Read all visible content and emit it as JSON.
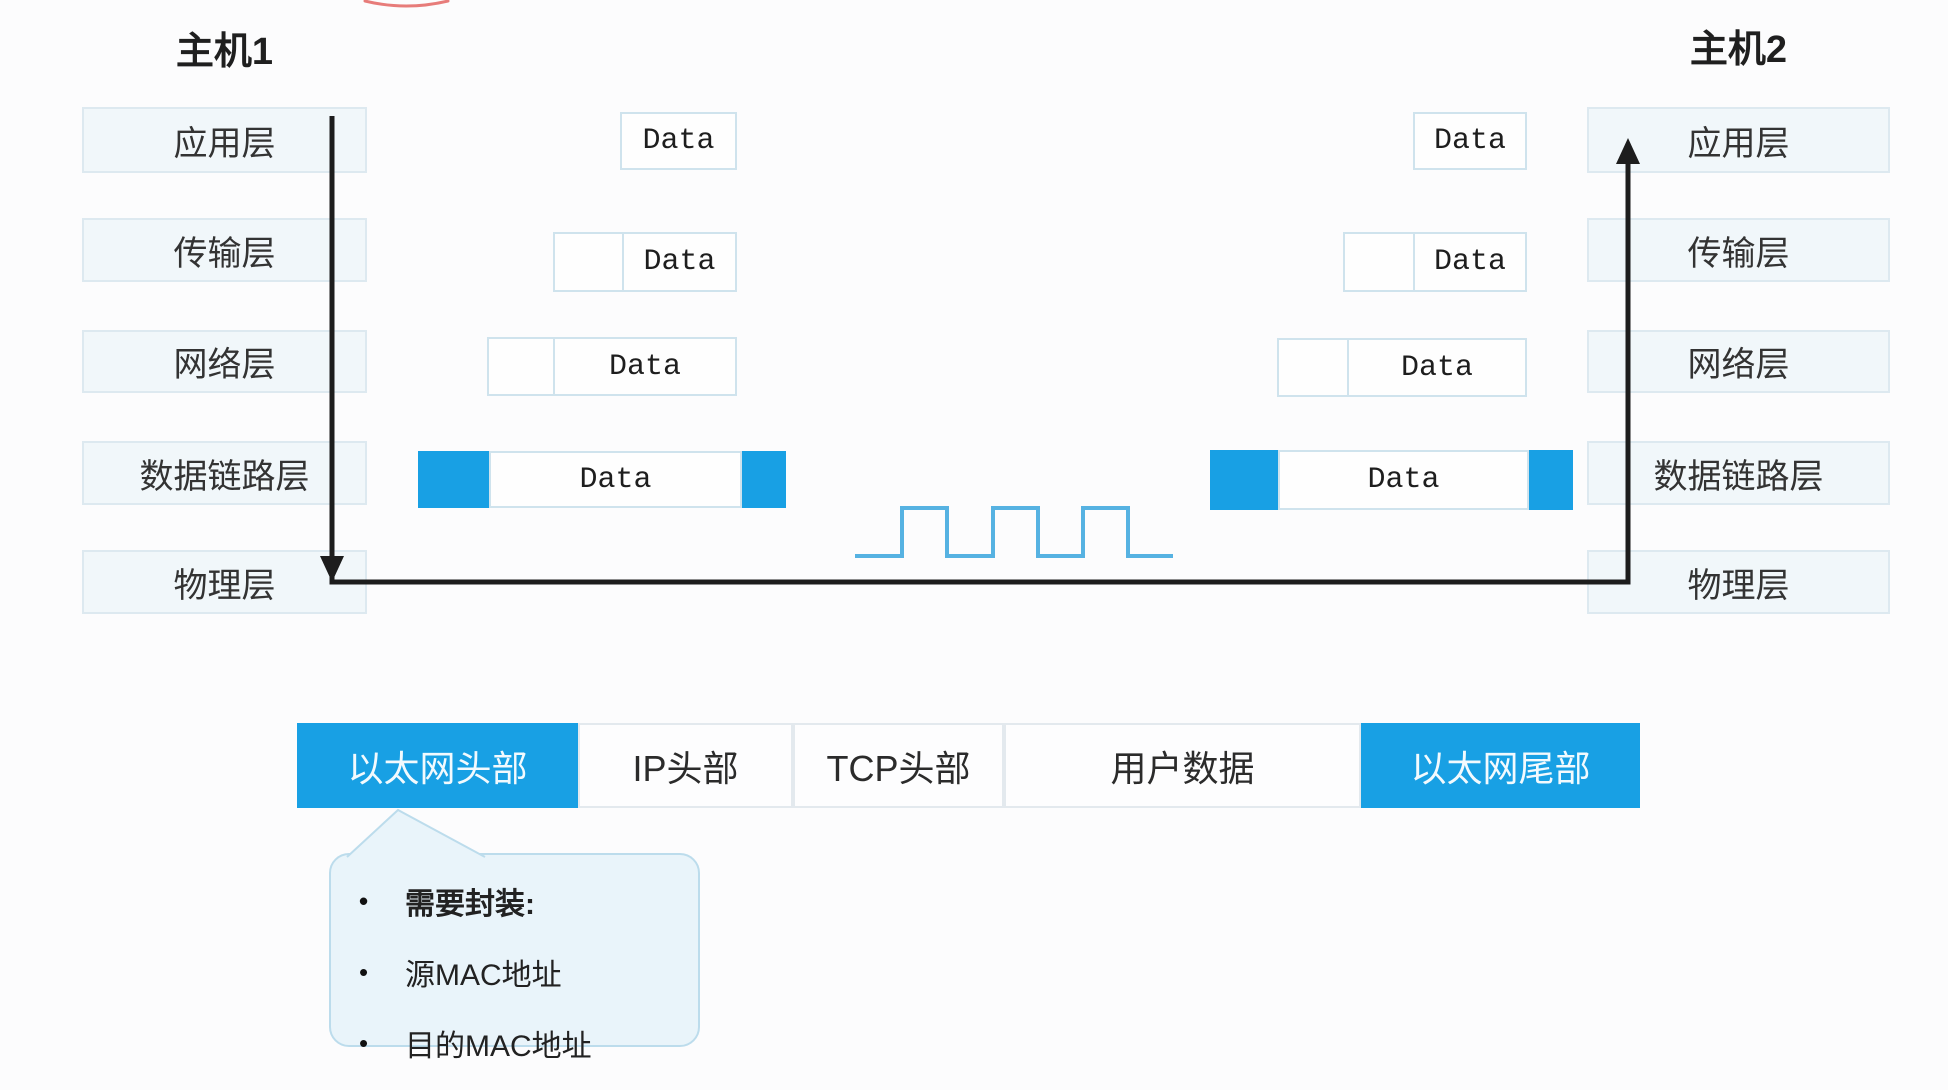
{
  "hosts": {
    "left": {
      "title": "主机1",
      "layers": [
        "应用层",
        "传输层",
        "网络层",
        "数据链路层",
        "物理层"
      ]
    },
    "right": {
      "title": "主机2",
      "layers": [
        "应用层",
        "传输层",
        "网络层",
        "数据链路层",
        "物理层"
      ]
    }
  },
  "pdu_stacks": {
    "left": {
      "application": "Data",
      "transport": "Data",
      "network": "Data",
      "datalink": "Data"
    },
    "right": {
      "application": "Data",
      "transport": "Data",
      "network": "Data",
      "datalink": "Data"
    }
  },
  "packet_bar": {
    "segments": [
      {
        "label": "以太网头部",
        "highlight": true
      },
      {
        "label": "IP头部",
        "highlight": false
      },
      {
        "label": "TCP头部",
        "highlight": false
      },
      {
        "label": "用户数据",
        "highlight": false
      },
      {
        "label": "以太网尾部",
        "highlight": true
      }
    ]
  },
  "callout": {
    "items": [
      {
        "text": "需要封装:",
        "bold": true
      },
      {
        "text": "源MAC地址",
        "bold": false
      },
      {
        "text": "目的MAC地址",
        "bold": false
      }
    ]
  },
  "colors": {
    "accent_blue": "#18a0e4",
    "waveform_blue": "#56b2e2",
    "line_black": "#1d1d1d",
    "annotation_red": "#e0524e",
    "layer_box_fill": "#f1f7fa",
    "layer_box_border": "#dde9f0"
  }
}
